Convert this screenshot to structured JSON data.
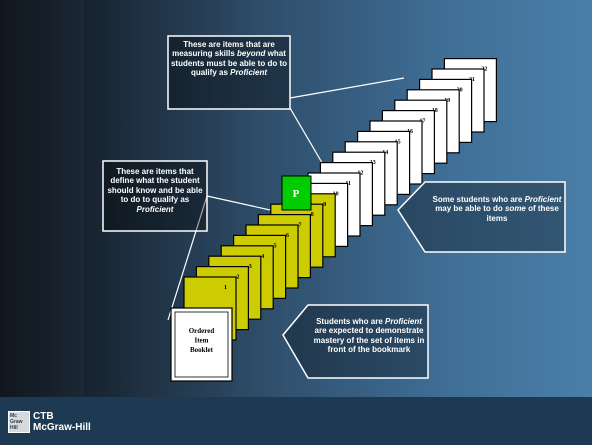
{
  "callouts": {
    "beyond": {
      "pre": "These are items that are measuring skills ",
      "em1": "beyond",
      "mid": " what students must be able to do to qualify as ",
      "em2": "Proficient",
      "post": ""
    },
    "define": {
      "pre": "These are items that define what the student should know and be able to do to qualify as ",
      "em1": "",
      "mid": "",
      "em2": "Proficient",
      "post": ""
    },
    "some": {
      "pre": "Some students who are ",
      "em1": "Proficient",
      "mid": " may be able to do ",
      "em2": "some",
      "post": " of these items"
    },
    "mastery": {
      "pre": "Students who are ",
      "em1": "Proficient",
      "mid": " are expected to demonstrate mastery of the set of items in front of the bookmark",
      "em2": "",
      "post": ""
    }
  },
  "booklet": {
    "line1": "Ordered",
    "line2": "Item",
    "line3": "Booklet"
  },
  "bookmark_label": "P",
  "pages": [
    "1",
    "2",
    "3",
    "4",
    "5",
    "6",
    "7",
    "8",
    "9",
    "10",
    "11",
    "12",
    "13",
    "14",
    "15",
    "16",
    "17",
    "18",
    "19",
    "20",
    "21",
    "22"
  ],
  "footer": {
    "logo_line1": "CTB",
    "logo_line2": "McGraw-Hill",
    "logo_box": [
      "Mc",
      "Graw",
      "Hill"
    ]
  },
  "colors": {
    "pages_below": "#cccc00",
    "pages_above": "#ffffff",
    "bookmark": "#00cc00"
  }
}
